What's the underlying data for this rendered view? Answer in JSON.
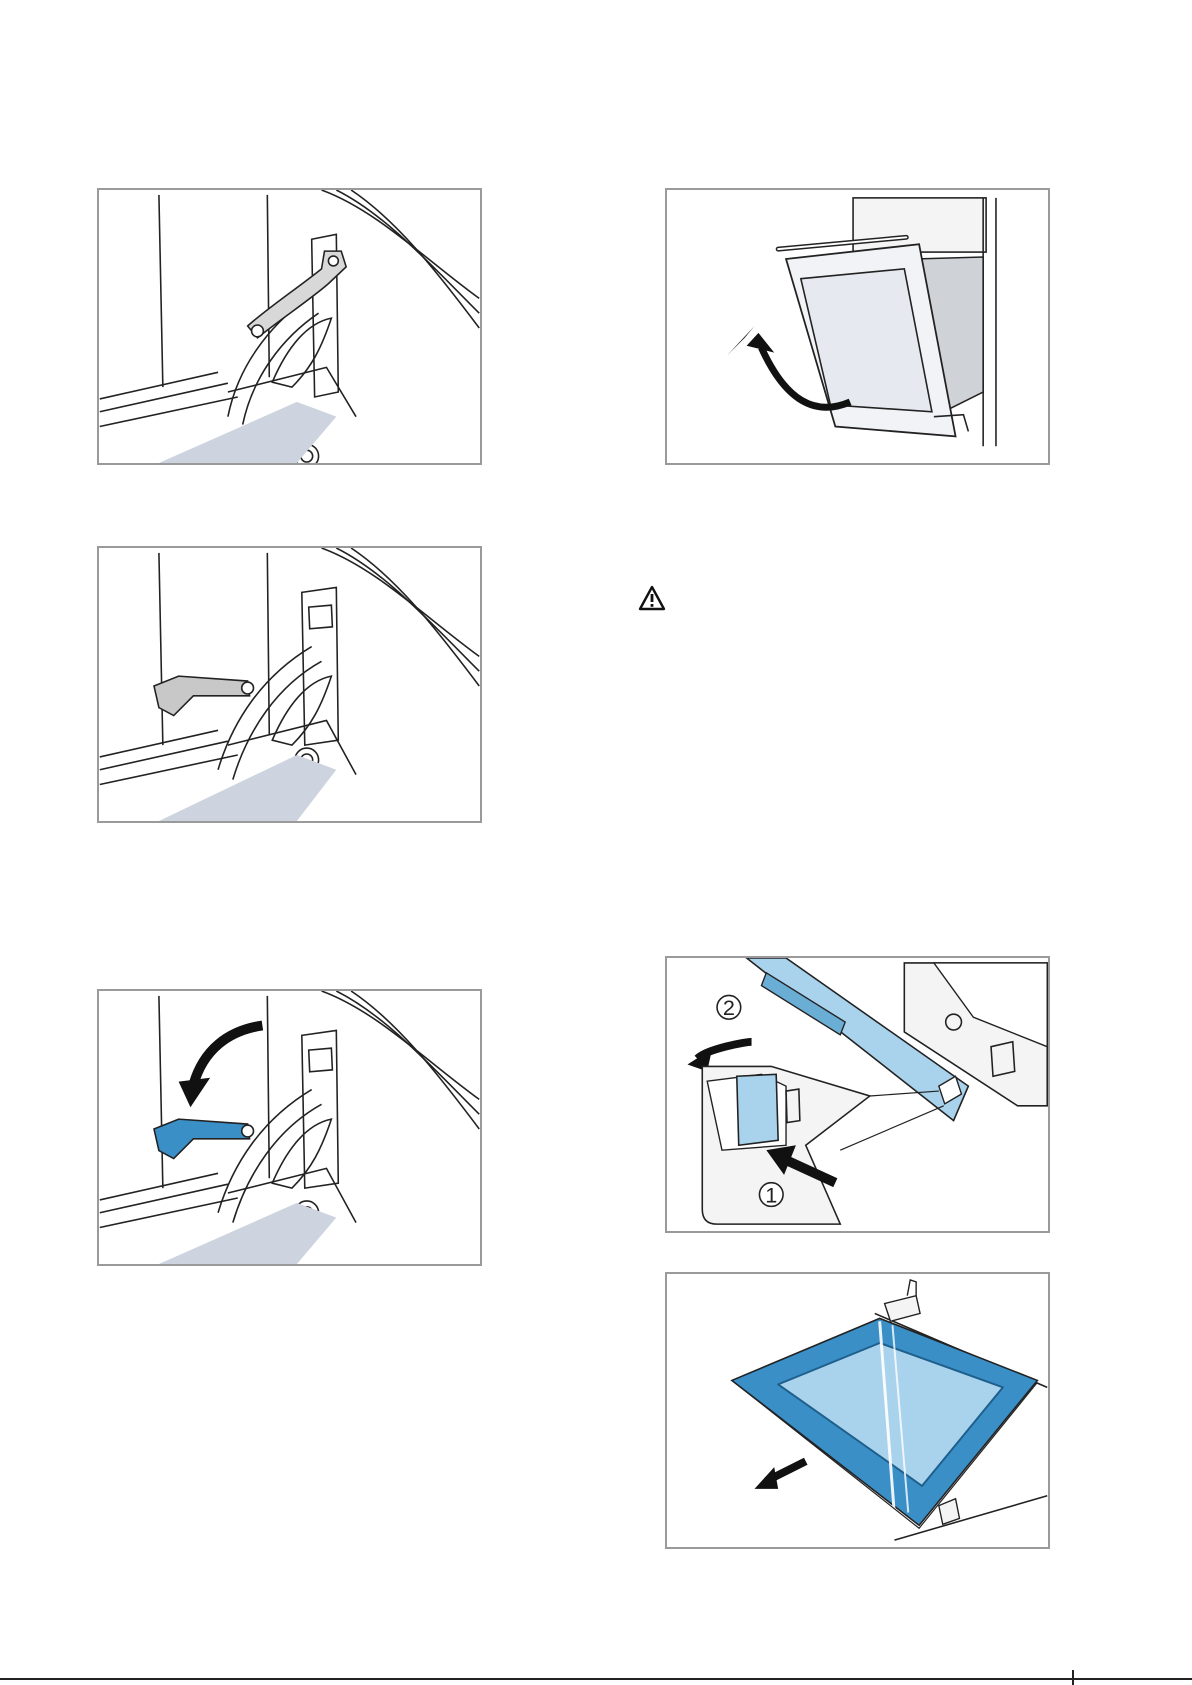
{
  "figures": [
    {
      "id": "hinge-closed"
    },
    {
      "id": "door-lift-off"
    },
    {
      "id": "hinge-lever-open"
    },
    {
      "id": "hinge-lever-fold"
    },
    {
      "id": "cover-strip-removal",
      "callouts": [
        {
          "label": "2"
        },
        {
          "label": "1"
        }
      ]
    },
    {
      "id": "glass-pane-removal"
    }
  ],
  "colors": {
    "accent_blue": "#3a8fc7",
    "light_blue": "#a9d2ec",
    "panel_border": "#9a9a9a",
    "line": "#222222"
  },
  "icons": {
    "warning": "warning-triangle-icon"
  }
}
